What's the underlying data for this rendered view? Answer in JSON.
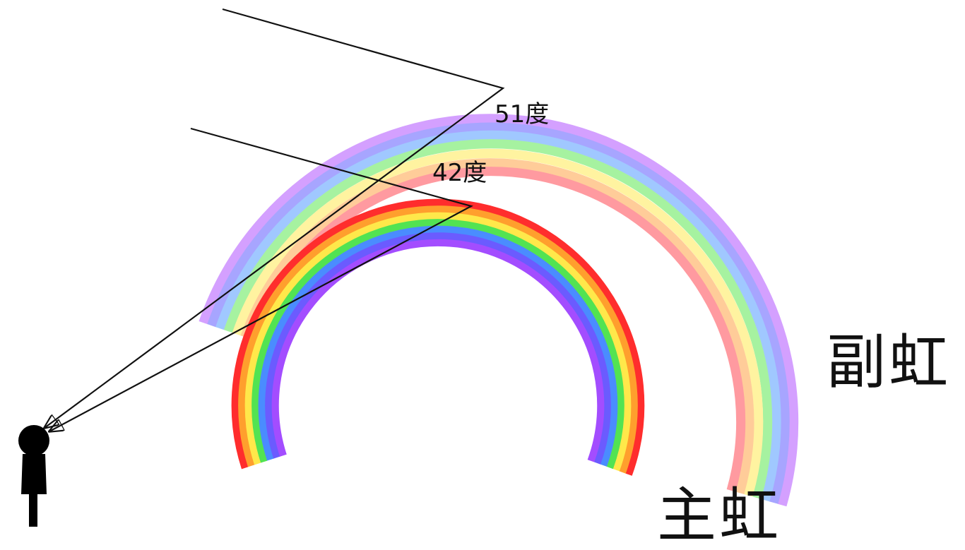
{
  "labels": {
    "secondary_angle": "51度",
    "primary_angle": "42度",
    "secondary_name": "副虹",
    "primary_name": "主虹"
  },
  "primary_rainbow": {
    "band_colors_outer_to_inner": [
      "#ff2d2d",
      "#ff9f2d",
      "#ffe84a",
      "#52e352",
      "#4a8cff",
      "#6b5bff",
      "#a34dff"
    ]
  },
  "secondary_rainbow": {
    "band_colors_outer_to_inner": [
      "#d4a0ff",
      "#a7a5ff",
      "#a0c8ff",
      "#a6f2a0",
      "#fff3a0",
      "#ffcc99",
      "#ff9aa0"
    ]
  },
  "line_color": "#111111",
  "icons": {
    "observer": "person-silhouette-icon"
  }
}
